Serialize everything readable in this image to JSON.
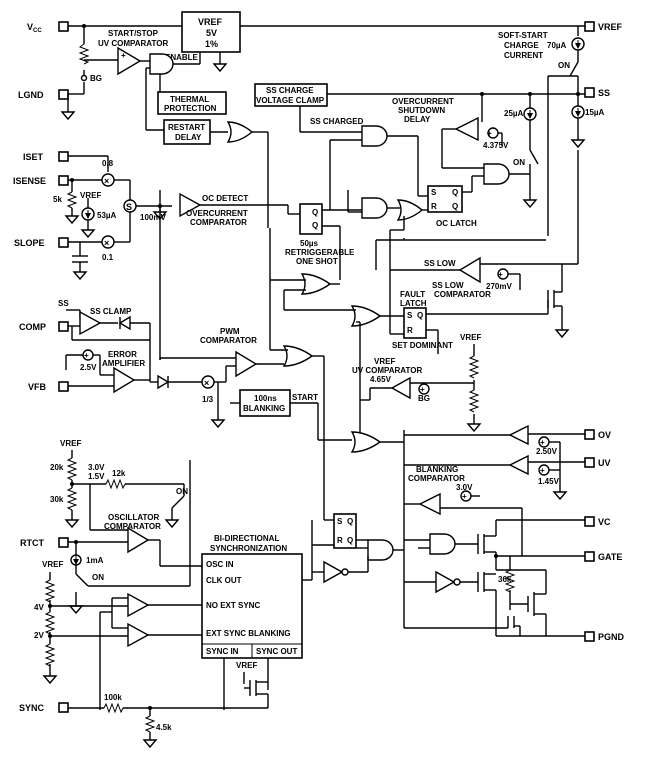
{
  "pins": {
    "vcc": "V",
    "vcc_sub": "CC",
    "lgnd": "LGND",
    "iset": "ISET",
    "isense": "ISENSE",
    "slope": "SLOPE",
    "comp": "COMP",
    "vfb": "VFB",
    "rtct": "RTCT",
    "sync": "SYNC",
    "vref": "VREF",
    "ss": "SS",
    "ov": "OV",
    "uv": "UV",
    "vc": "VC",
    "gate": "GATE",
    "pgnd": "PGND"
  },
  "blocks": {
    "vref_reg": [
      "VREF",
      "5V",
      "1%"
    ],
    "start_stop": [
      "START/STOP",
      "UV COMPARATOR"
    ],
    "enable": "ENABLE",
    "thermal": [
      "THERMAL",
      "PROTECTION"
    ],
    "restart": [
      "RESTART",
      "DELAY"
    ],
    "ss_clamp_box": [
      "SS CHARGE",
      "VOLTAGE CLAMP"
    ],
    "ss_charged": "SS CHARGED",
    "soft_start": [
      "SOFT-START",
      "CHARGE",
      "CURRENT"
    ],
    "oc_shutdown": [
      "OVERCURRENT",
      "SHUTDOWN",
      "DELAY"
    ],
    "oc_detect": "OC DETECT",
    "oc_comparator": [
      "OVERCURRENT",
      "COMPARATOR"
    ],
    "one_shot": [
      "50µs",
      "RETRIGGERABLE",
      "ONE SHOT"
    ],
    "oc_latch": "OC LATCH",
    "ss_low": "SS LOW",
    "ss_low_comp": [
      "SS LOW",
      "COMPARATOR"
    ],
    "fault_latch": [
      "FAULT",
      "LATCH"
    ],
    "set_dominant": "SET DOMINANT",
    "ss_clamp": "SS CLAMP",
    "error_amp": [
      "ERROR",
      "AMPLIFIER"
    ],
    "pwm_comp": [
      "PWM",
      "COMPARATOR"
    ],
    "blanking_100": [
      "100ns",
      "BLANKING"
    ],
    "start": "START",
    "uv_comp": [
      "VREF",
      "UV COMPARATOR"
    ],
    "blanking_comp": [
      "BLANKING",
      "COMPARATOR"
    ],
    "osc_comp": [
      "OSCILLATOR",
      "COMPARATOR"
    ],
    "bidir": [
      "BI-DIRECTIONAL",
      "SYNCHRONIZATION"
    ],
    "osc_in": "OSC IN",
    "clk_out": "CLK OUT",
    "no_ext_sync": "NO EXT SYNC",
    "ext_sync_blanking": "EXT SYNC BLANKING",
    "sync_in": "SYNC IN",
    "sync_out": "SYNC OUT"
  },
  "labels": {
    "vref": "VREF",
    "bg": "BG",
    "on": "ON",
    "ss": "SS",
    "s": "S",
    "r": "R",
    "q": "Q",
    "x": "×",
    "plus": "+",
    "minus": "–"
  },
  "values": {
    "i_70u": "70µA",
    "i_25u": "25µA",
    "i_15u": "15µA",
    "v_4375": "4.375V",
    "k_08": "0.8",
    "k_01": "0.1",
    "k_13": "1/3",
    "r_5k": "5k",
    "i_53u": "53µA",
    "v_100m": "100mV",
    "v_270m": "270mV",
    "v_25": "2.5V",
    "v_465": "4.65V",
    "v_250": "2.50V",
    "v_145": "1.45V",
    "v_30": "3.0V",
    "r_20k": "20k",
    "r_30k": "30k",
    "v_30b": "3.0V",
    "v_15": "1.5V",
    "r_12k": "12k",
    "i_1m": "1mA",
    "v_4": "4V",
    "v_2": "2V",
    "r_36k": "36k",
    "r_100k": "100k",
    "r_45k": "4.5k"
  }
}
